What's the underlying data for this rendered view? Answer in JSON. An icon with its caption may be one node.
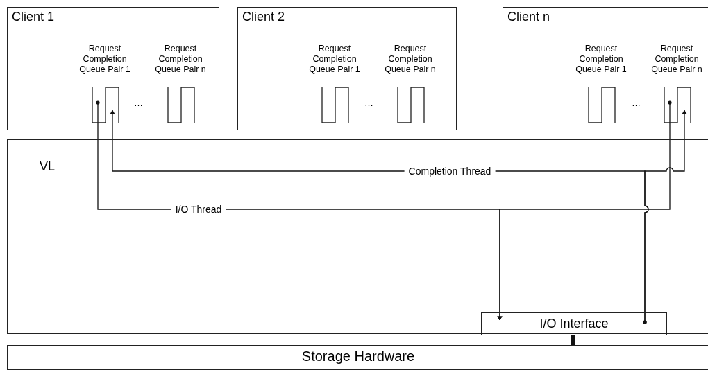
{
  "diagram": {
    "nodes": [
      {
        "text": [
          "Client 1"
        ]
      },
      {
        "text": [
          "Request Completion Queue Pair 1"
        ],
        "in": 0
      },
      {
        "text": [
          "Request Completion Queue Pair n"
        ],
        "in": 0
      },
      {
        "text": [
          "Client 2"
        ]
      },
      {
        "text": [
          "Request Completion Queue Pair 1"
        ],
        "in": 3
      },
      {
        "text": [
          "Request Completion Queue Pair n"
        ],
        "in": 3
      },
      {
        "text": [
          "Client n"
        ]
      },
      {
        "text": [
          "Request Completion Queue Pair 1"
        ],
        "in": 6
      },
      {
        "text": [
          "Request Completion Queue Pair n"
        ],
        "in": 6
      },
      {
        "text": [
          "VL"
        ]
      },
      {
        "text": [
          "I/O Interface"
        ],
        "in": 9
      },
      {
        "text": [
          "Storage Hardware"
        ]
      }
    ],
    "edges": [
      {
        "from": 1,
        "to": 10,
        "arrow": "to",
        "label": "I/O Thread"
      },
      {
        "from": 8,
        "to": 10,
        "arrow": "to"
      },
      {
        "from": 10,
        "to": 1,
        "arrow": "to",
        "label": "Completion Thread"
      },
      {
        "from": 10,
        "to": 8,
        "arrow": "to"
      },
      {
        "from": 10,
        "to": 11,
        "arrow": "none",
        "style": "thick"
      }
    ],
    "labels": [
      "…",
      "…",
      "…"
    ]
  }
}
